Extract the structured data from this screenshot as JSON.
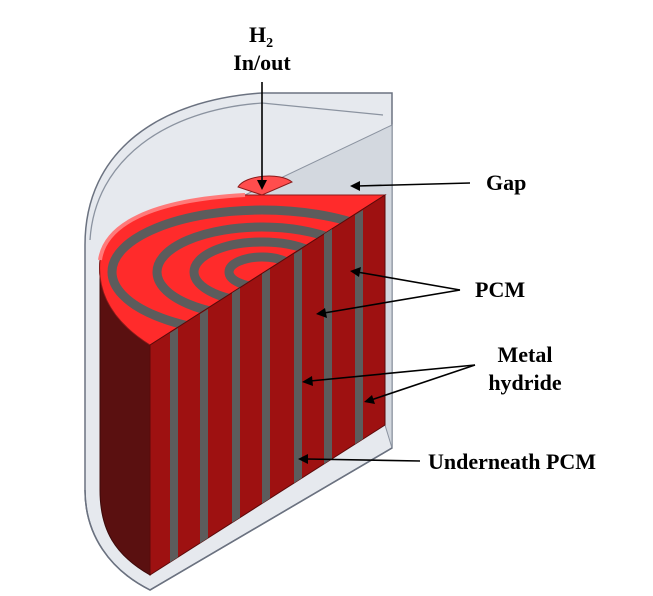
{
  "labels": {
    "h2": "H",
    "h2_sub": "2",
    "inout": "In/out",
    "gap": "Gap",
    "pcm": "PCM",
    "metal": "Metal",
    "hydride": "hydride",
    "underneath": "Underneath PCM"
  },
  "colors": {
    "pcm_top": "#ff2b2b",
    "pcm_side": "#9e1111",
    "pcm_dark": "#5a1010",
    "metal_hydride": "#5c5c5c",
    "container_glass": "#d9dde3",
    "outline": "#6b7280"
  }
}
